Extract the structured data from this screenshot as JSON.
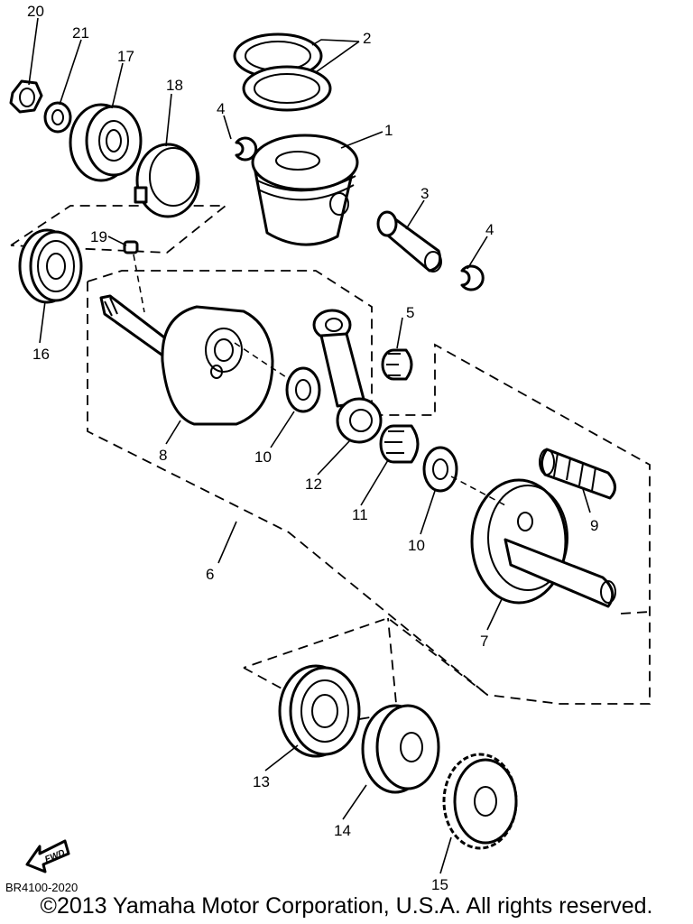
{
  "diagram": {
    "drawing_code": "BR4100-2020",
    "fwd_label": "FWD",
    "callouts": {
      "c1": "1",
      "c2": "2",
      "c3": "3",
      "c4a": "4",
      "c4b": "4",
      "c5": "5",
      "c6": "6",
      "c7": "7",
      "c8": "8",
      "c9": "9",
      "c10a": "10",
      "c10b": "10",
      "c11": "11",
      "c12": "12",
      "c13": "13",
      "c14": "14",
      "c15": "15",
      "c16": "16",
      "c17": "17",
      "c18": "18",
      "c19": "19",
      "c20": "20",
      "c21": "21"
    }
  },
  "footer": {
    "copyright": "©2013 Yamaha Motor Corporation, U.S.A. All rights reserved."
  }
}
